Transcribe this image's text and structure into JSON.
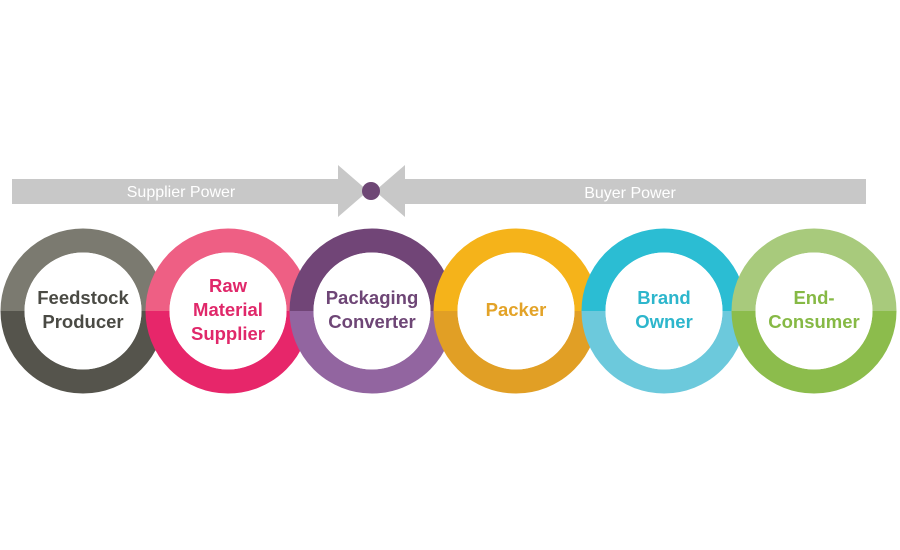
{
  "arrows": {
    "supplier_label": "Supplier Power",
    "buyer_label": "Buyer Power",
    "color": "#c8c8c8",
    "center_dot_color": "#6e4775"
  },
  "stages": [
    {
      "lines": [
        "Feedstock",
        "Producer"
      ],
      "top_color": "#7b7a70",
      "bottom_color": "#55544c",
      "text_color": "#4a4a44"
    },
    {
      "lines": [
        "Raw",
        "Material",
        "Supplier"
      ],
      "top_color": "#ee5f84",
      "bottom_color": "#e7266a",
      "text_color": "#e0286a"
    },
    {
      "lines": [
        "Packaging",
        "Converter"
      ],
      "top_color": "#714577",
      "bottom_color": "#9265a0",
      "text_color": "#6e4676"
    },
    {
      "lines": [
        "Packer"
      ],
      "top_color": "#f5b31a",
      "bottom_color": "#e19f25",
      "text_color": "#e3a328"
    },
    {
      "lines": [
        "Brand",
        "Owner"
      ],
      "top_color": "#2bbdd3",
      "bottom_color": "#6cc9dc",
      "text_color": "#2db6cc"
    },
    {
      "lines": [
        "End-",
        "Consumer"
      ],
      "top_color": "#a8ca7c",
      "bottom_color": "#8cbc4c",
      "text_color": "#86b945"
    }
  ]
}
